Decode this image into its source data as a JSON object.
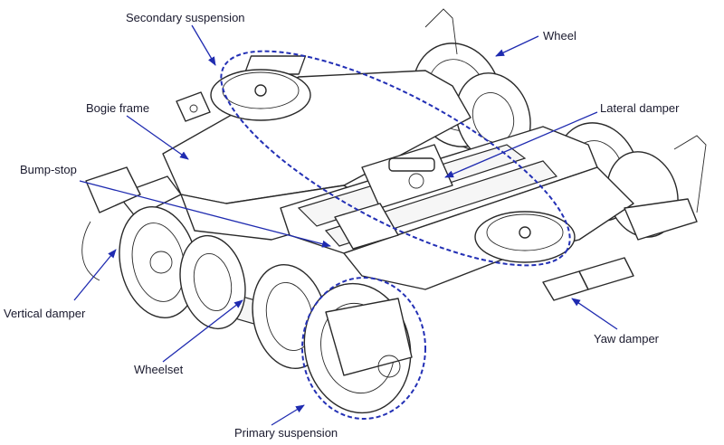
{
  "labels": {
    "secondary_suspension": "Secondary suspension",
    "wheel": "Wheel",
    "bogie_frame": "Bogie frame",
    "lateral_damper": "Lateral damper",
    "bump_stop": "Bump-stop",
    "vertical_damper": "Vertical damper",
    "yaw_damper": "Yaw damper",
    "wheelset": "Wheelset",
    "primary_suspension": "Primary suspension"
  },
  "colors": {
    "annotation": "#2330b5",
    "line_art": "#2a2a2a",
    "background": "#ffffff"
  }
}
